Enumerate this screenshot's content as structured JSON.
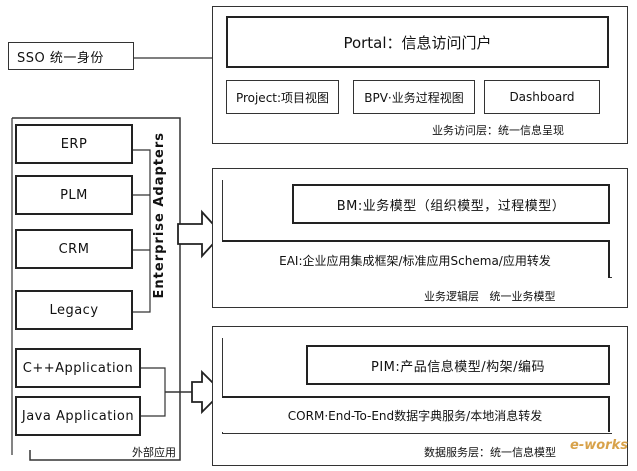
{
  "sso": "SSO 统一身份",
  "portal_layer": {
    "portal": "Portal：信息访问门户",
    "project_view": "Project:项目视图",
    "bpv_view": "BPV·业务过程视图",
    "dashboard": "Dashboard",
    "layer_label": "业务访问层：统一信息呈现"
  },
  "external_apps": {
    "items": [
      "ERP",
      "PLM",
      "CRM",
      "Legacy",
      "C++Application",
      "Java Application"
    ],
    "adapters_label": "Enterprise Adapters",
    "footer_label": "外部应用"
  },
  "business_layer": {
    "bm": "BM:业务模型（组织模型，过程模型）",
    "eai": "EAI:企业应用集成框架/标准应用Schema/应用转发",
    "layer_label": "业务逻辑层   统一业务模型"
  },
  "data_layer": {
    "pim": "PIM:产品信息模型/构架/编码",
    "corm": "CORM·End-To-End数据字典服务/本地消息转发",
    "layer_label": "数据服务层：统一信息模型"
  },
  "watermark": "e-works"
}
